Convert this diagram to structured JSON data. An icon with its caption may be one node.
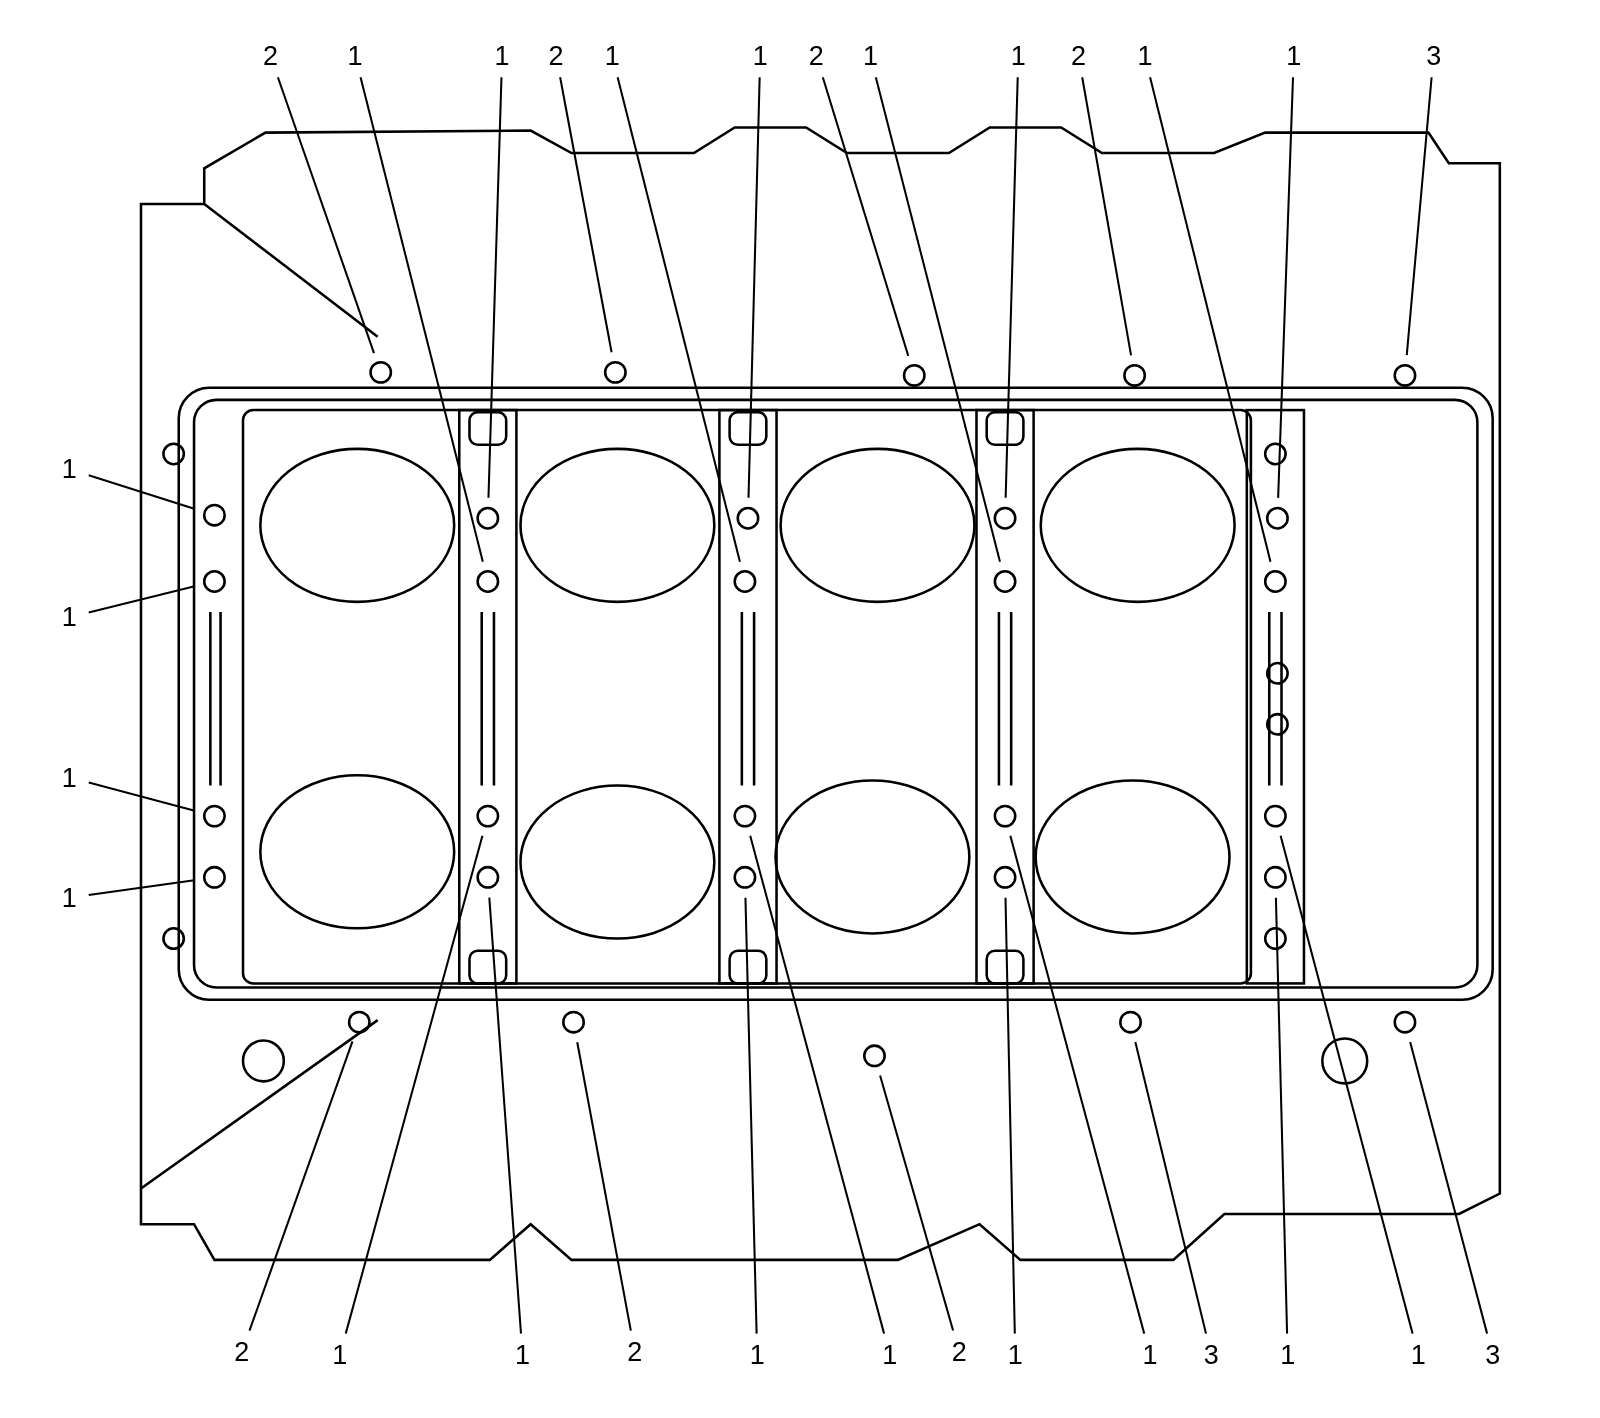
{
  "diagram": {
    "nodes": [
      {
        "text": [
          "2"
        ]
      },
      {
        "text": [
          "1"
        ]
      },
      {
        "text": [
          "1"
        ]
      },
      {
        "text": [
          "2"
        ]
      },
      {
        "text": [
          "1"
        ]
      },
      {
        "text": [
          "1"
        ]
      },
      {
        "text": [
          "2"
        ]
      },
      {
        "text": [
          "1"
        ]
      },
      {
        "text": [
          "1"
        ]
      },
      {
        "text": [
          "2"
        ]
      },
      {
        "text": [
          "1"
        ]
      },
      {
        "text": [
          "1"
        ]
      },
      {
        "text": [
          "3"
        ]
      },
      {
        "text": [
          "1"
        ]
      },
      {
        "text": [
          "1"
        ]
      },
      {
        "text": [
          "1"
        ]
      },
      {
        "text": [
          "1"
        ]
      },
      {
        "text": [
          "2"
        ]
      },
      {
        "text": [
          "1"
        ]
      },
      {
        "text": [
          "1"
        ]
      },
      {
        "text": [
          "2"
        ]
      },
      {
        "text": [
          "1"
        ]
      },
      {
        "text": [
          "1"
        ]
      },
      {
        "text": [
          "2"
        ]
      },
      {
        "text": [
          "1"
        ]
      },
      {
        "text": [
          "1"
        ]
      },
      {
        "text": [
          "3"
        ]
      },
      {
        "text": [
          "1"
        ]
      },
      {
        "text": [
          "1"
        ]
      },
      {
        "text": [
          "3"
        ]
      }
    ],
    "edges": [
      {
        "from": 0,
        "to": null,
        "arrow": "none"
      },
      {
        "from": 1,
        "to": null,
        "arrow": "none"
      },
      {
        "from": 2,
        "to": null,
        "arrow": "none"
      },
      {
        "from": 3,
        "to": null,
        "arrow": "none"
      },
      {
        "from": 4,
        "to": null,
        "arrow": "none"
      },
      {
        "from": 5,
        "to": null,
        "arrow": "none"
      },
      {
        "from": 6,
        "to": null,
        "arrow": "none"
      },
      {
        "from": 7,
        "to": null,
        "arrow": "none"
      },
      {
        "from": 8,
        "to": null,
        "arrow": "none"
      },
      {
        "from": 9,
        "to": null,
        "arrow": "none"
      },
      {
        "from": 10,
        "to": null,
        "arrow": "none"
      },
      {
        "from": 11,
        "to": null,
        "arrow": "none"
      },
      {
        "from": 12,
        "to": null,
        "arrow": "none"
      },
      {
        "from": 13,
        "to": null,
        "arrow": "none"
      },
      {
        "from": 14,
        "to": null,
        "arrow": "none"
      },
      {
        "from": 15,
        "to": null,
        "arrow": "none"
      },
      {
        "from": 16,
        "to": null,
        "arrow": "none"
      },
      {
        "from": 17,
        "to": null,
        "arrow": "none"
      },
      {
        "from": 18,
        "to": null,
        "arrow": "none"
      },
      {
        "from": 19,
        "to": null,
        "arrow": "none"
      },
      {
        "from": 20,
        "to": null,
        "arrow": "none"
      },
      {
        "from": 21,
        "to": null,
        "arrow": "none"
      },
      {
        "from": 22,
        "to": null,
        "arrow": "none"
      },
      {
        "from": 23,
        "to": null,
        "arrow": "none"
      },
      {
        "from": 24,
        "to": null,
        "arrow": "none"
      },
      {
        "from": 25,
        "to": null,
        "arrow": "none"
      },
      {
        "from": 26,
        "to": null,
        "arrow": "none"
      },
      {
        "from": 27,
        "to": null,
        "arrow": "none"
      },
      {
        "from": 28,
        "to": null,
        "arrow": "none"
      },
      {
        "from": 29,
        "to": null,
        "arrow": "none"
      }
    ]
  }
}
